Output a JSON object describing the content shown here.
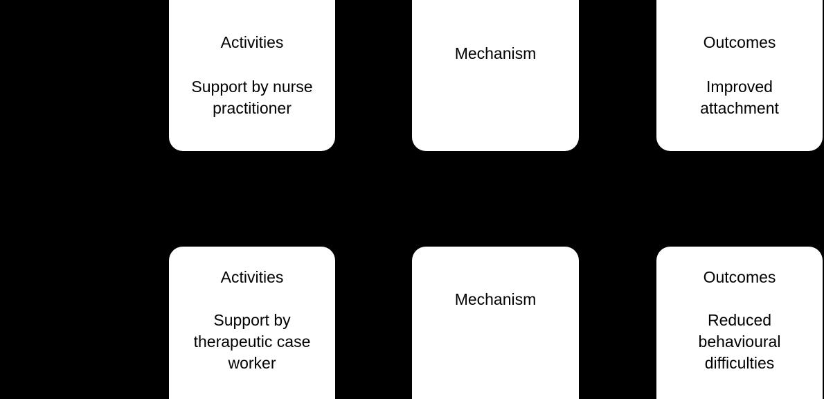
{
  "diagram": {
    "background_color": "#000000",
    "box_color": "#ffffff",
    "text_color": "#000000",
    "rows": [
      {
        "row_name": "nurse-practitioner-pathway",
        "nodes": [
          {
            "id": "activities-nurse",
            "title": "Activities",
            "detail": "Support by nurse\npractitioner"
          },
          {
            "id": "mechanism-top",
            "title": "Mechanism",
            "detail": ""
          },
          {
            "id": "outcomes-attachment",
            "title": "Outcomes",
            "detail": "Improved\nattachment"
          }
        ]
      },
      {
        "row_name": "therapeutic-case-worker-pathway",
        "nodes": [
          {
            "id": "activities-caseworker",
            "title": "Activities",
            "detail": "Support by\ntherapeutic case\nworker"
          },
          {
            "id": "mechanism-bottom",
            "title": "Mechanism",
            "detail": ""
          },
          {
            "id": "outcomes-behaviour",
            "title": "Outcomes",
            "detail": "Reduced\nbehavioural\ndifficulties"
          }
        ]
      }
    ]
  }
}
